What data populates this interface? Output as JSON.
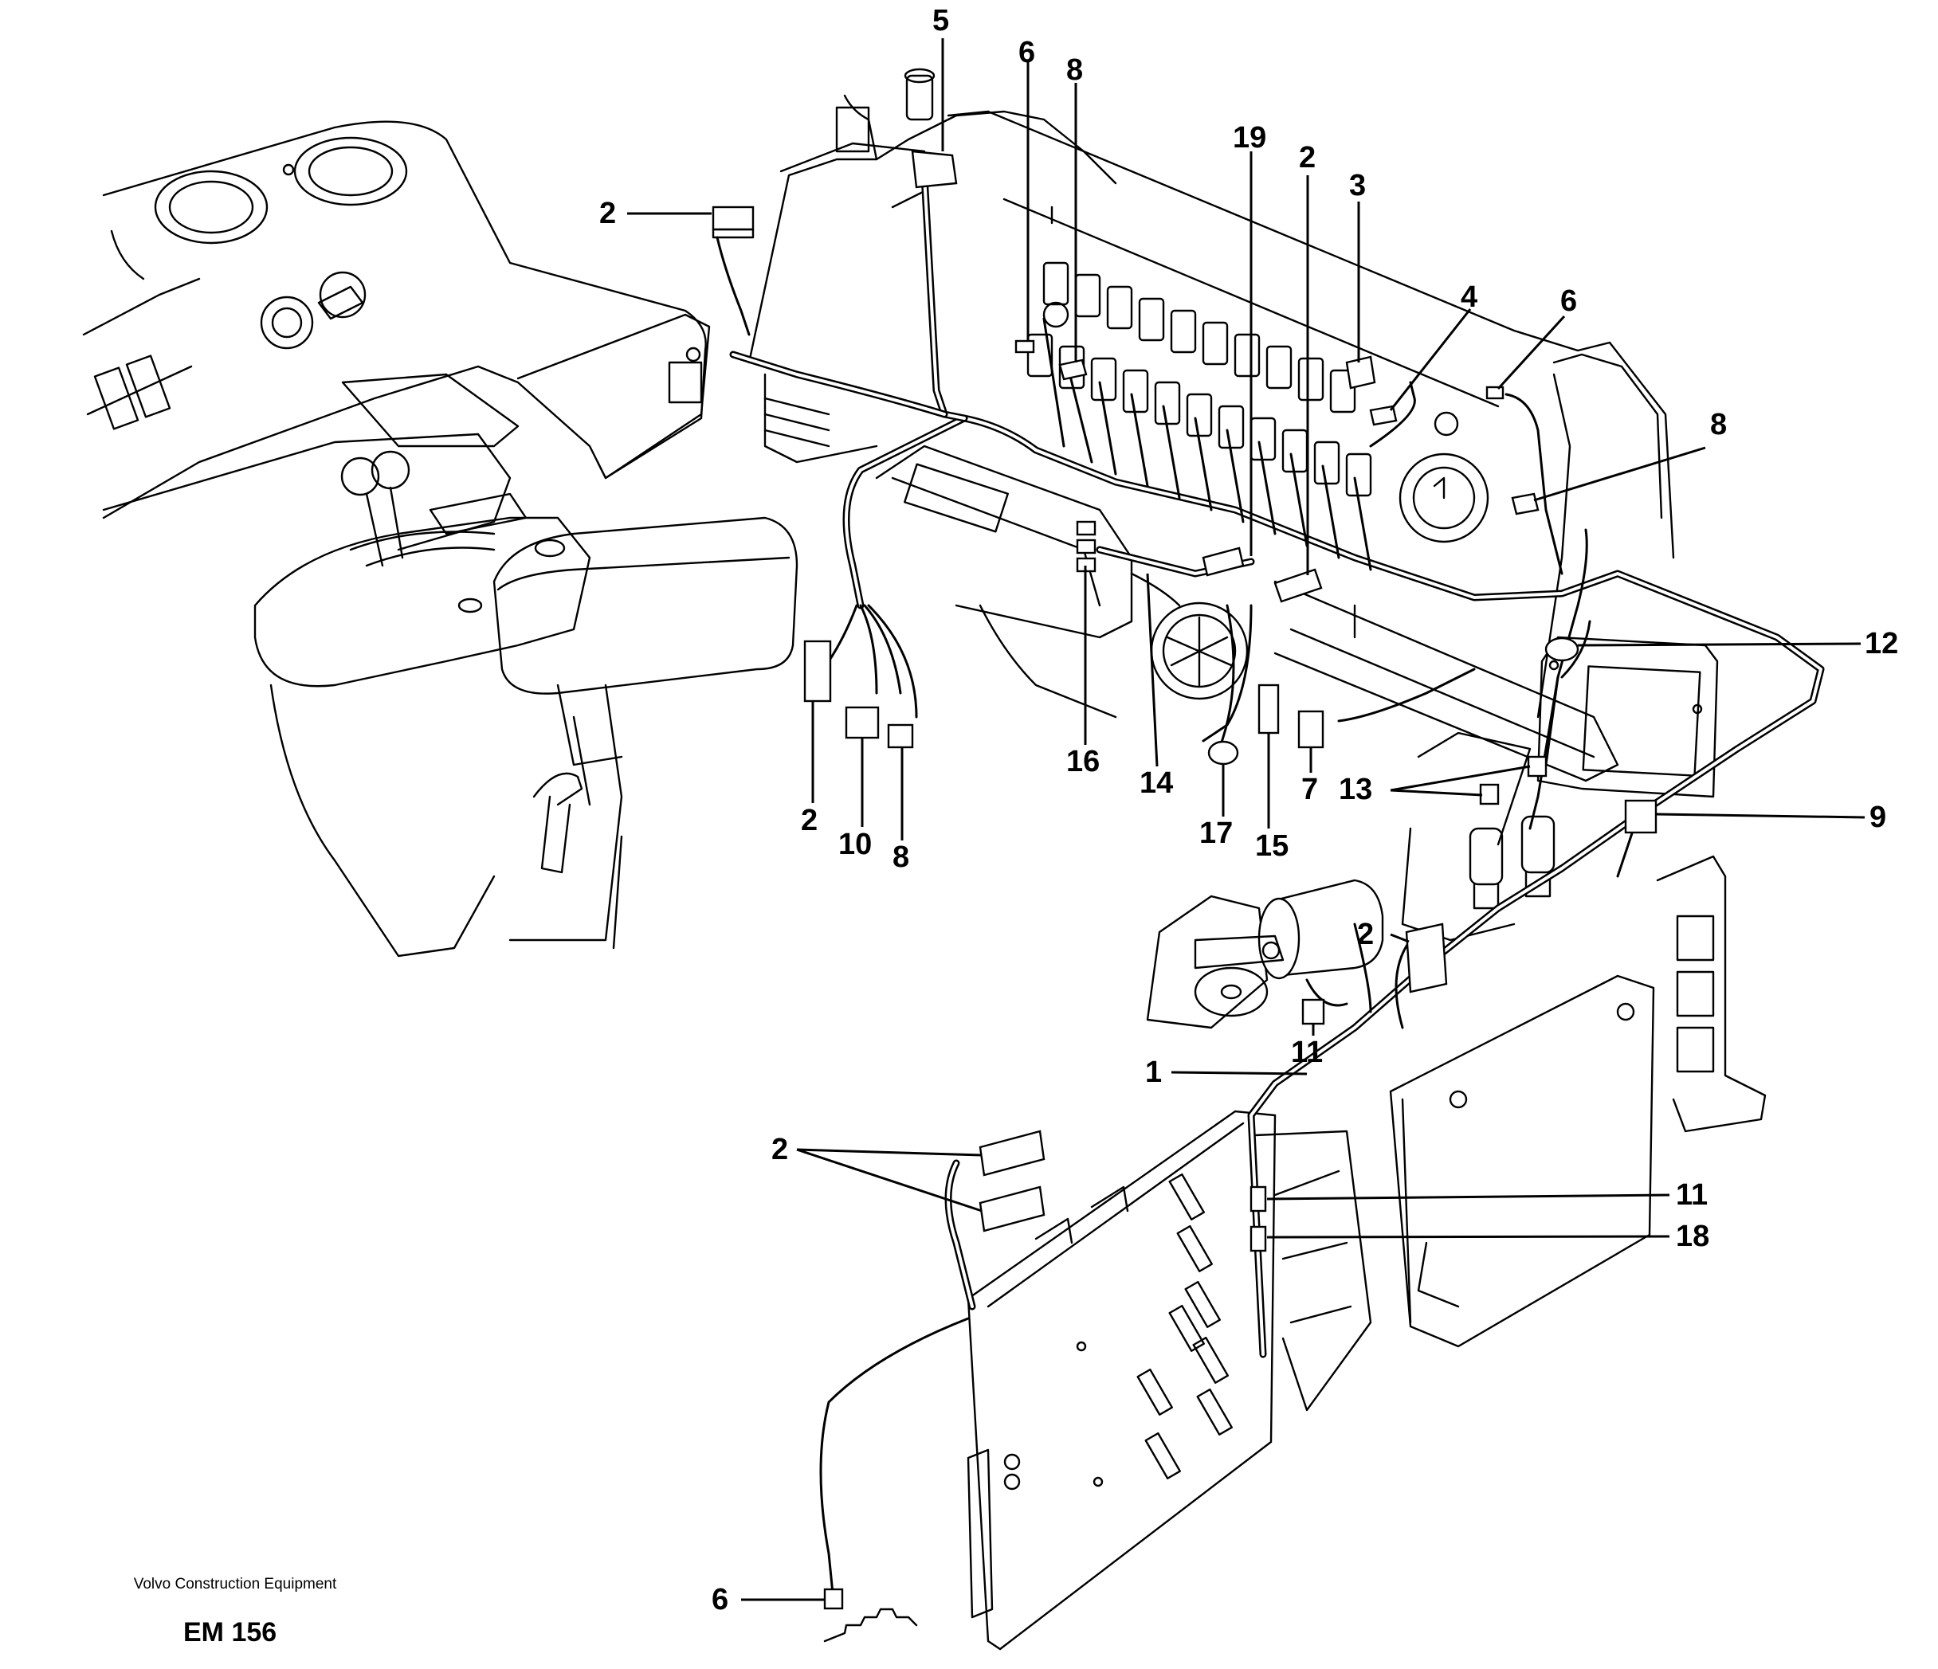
{
  "figure": {
    "company": "Volvo Construction Equipment",
    "code": "EM 156"
  },
  "callouts": [
    {
      "id": "c5",
      "text": "5"
    },
    {
      "id": "c6a",
      "text": "6"
    },
    {
      "id": "c8a",
      "text": "8"
    },
    {
      "id": "c19",
      "text": "19"
    },
    {
      "id": "c2b",
      "text": "2"
    },
    {
      "id": "c3",
      "text": "3"
    },
    {
      "id": "c4",
      "text": "4"
    },
    {
      "id": "c6b",
      "text": "6"
    },
    {
      "id": "c8b",
      "text": "8"
    },
    {
      "id": "c2a",
      "text": "2"
    },
    {
      "id": "c12",
      "text": "12"
    },
    {
      "id": "c2c",
      "text": "2"
    },
    {
      "id": "c10",
      "text": "10"
    },
    {
      "id": "c8c",
      "text": "8"
    },
    {
      "id": "c16",
      "text": "16"
    },
    {
      "id": "c14",
      "text": "14"
    },
    {
      "id": "c17",
      "text": "17"
    },
    {
      "id": "c15",
      "text": "15"
    },
    {
      "id": "c7",
      "text": "7"
    },
    {
      "id": "c13",
      "text": "13"
    },
    {
      "id": "c9",
      "text": "9"
    },
    {
      "id": "c2d",
      "text": "2"
    },
    {
      "id": "c11a",
      "text": "11"
    },
    {
      "id": "c1",
      "text": "1"
    },
    {
      "id": "c2e",
      "text": "2"
    },
    {
      "id": "c11b",
      "text": "11"
    },
    {
      "id": "c18",
      "text": "18"
    },
    {
      "id": "c6c",
      "text": "6"
    }
  ]
}
